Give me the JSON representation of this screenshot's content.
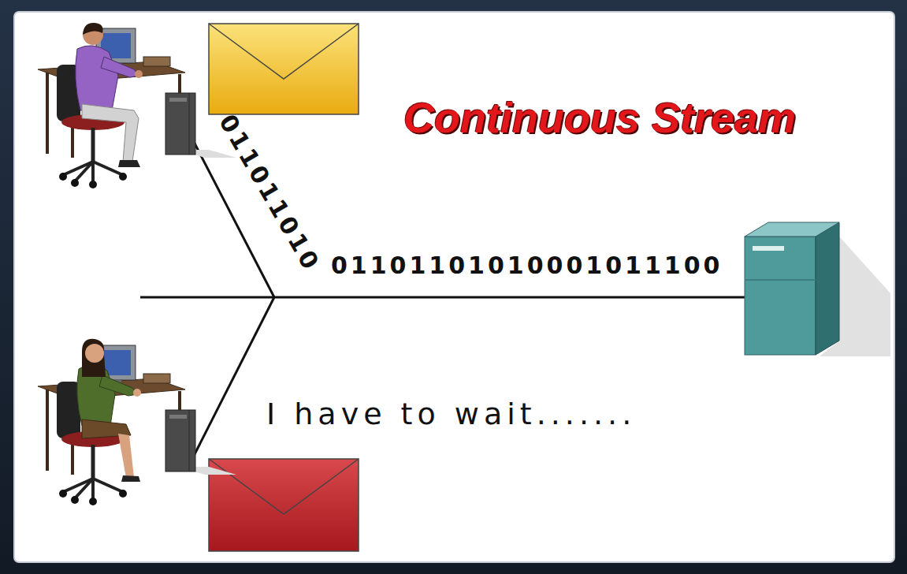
{
  "diagram": {
    "title": "Continuous Stream",
    "labels": [
      "011011010",
      "01101101010001011100",
      "I have to wait......."
    ]
  }
}
